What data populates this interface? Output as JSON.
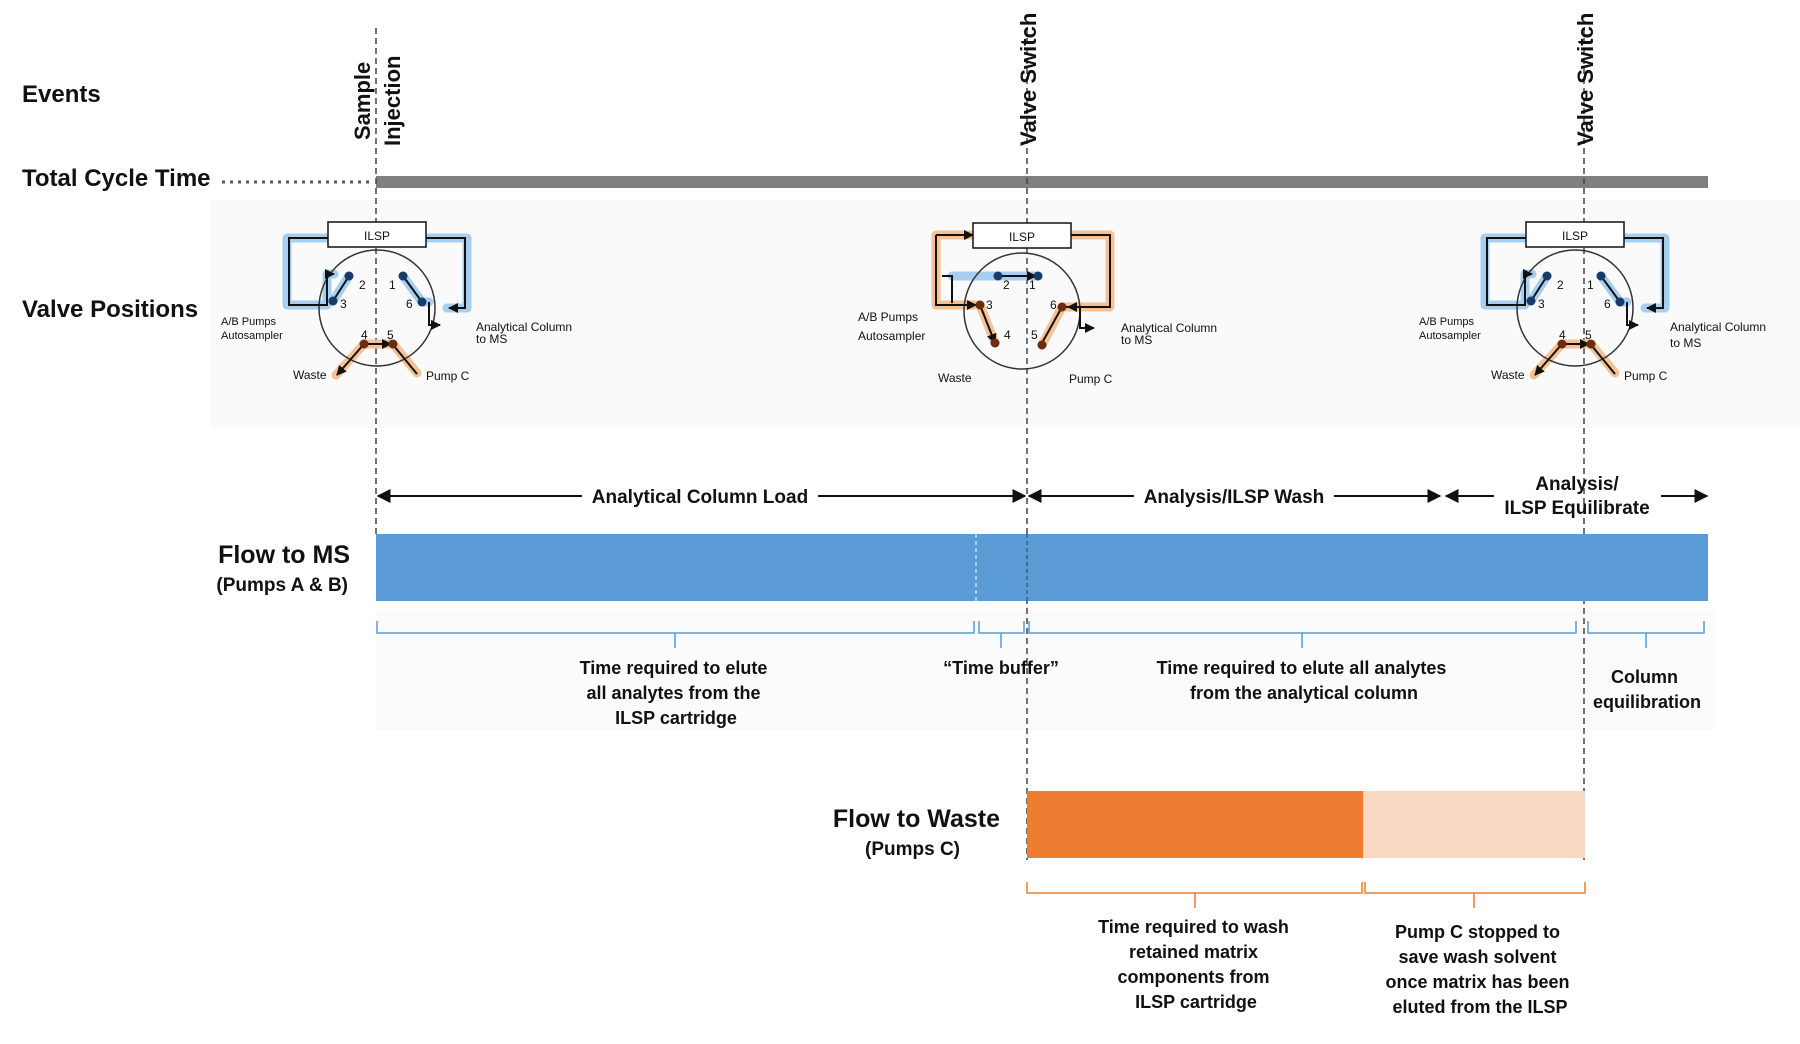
{
  "rows": {
    "events": "Events",
    "total_cycle_time": "Total Cycle Time",
    "valve_positions": "Valve Positions"
  },
  "events": {
    "sample_injection_line1": "Sample",
    "sample_injection_line2": "Injection",
    "valve_switch_1": "Valve Switch",
    "valve_switch_2": "Valve Switch"
  },
  "valve": {
    "ilsp": "ILSP",
    "ports": [
      "1",
      "2",
      "3",
      "4",
      "5",
      "6"
    ],
    "ab_pumps": "A/B Pumps",
    "autosampler": "Autosampler",
    "analytical_column": "Analytical Column",
    "to_ms": "to MS",
    "waste": "Waste",
    "pump_c": "Pump C"
  },
  "phases": {
    "load": "Analytical Column Load",
    "wash": "Analysis/ILSP Wash",
    "equilibrate_line1": "Analysis/",
    "equilibrate_line2": "ILSP Equilibrate"
  },
  "flow_ms": {
    "title": "Flow to MS",
    "subtitle": "(Pumps A & B)",
    "color": "#5b9bd5"
  },
  "ms_notes": {
    "elute_ilsp": [
      "Time required to elute",
      "all analytes from the",
      "ILSP cartridge"
    ],
    "time_buffer": "“Time buffer”",
    "elute_column": [
      "Time required to elute all analytes",
      "from the analytical column"
    ],
    "column_equilibration": [
      "Column",
      "equilibration"
    ]
  },
  "flow_waste": {
    "title": "Flow to Waste",
    "subtitle": "(Pumps C)",
    "color_active": "#ed7d31",
    "color_stopped": "#f8d9c4"
  },
  "waste_notes": {
    "wash_matrix": [
      "Time required to wash",
      "retained matrix",
      "components from",
      "ILSP cartridge"
    ],
    "pump_stopped": [
      "Pump C stopped to",
      "save wash solvent",
      "once matrix has been",
      "eluted from the ILSP"
    ]
  }
}
